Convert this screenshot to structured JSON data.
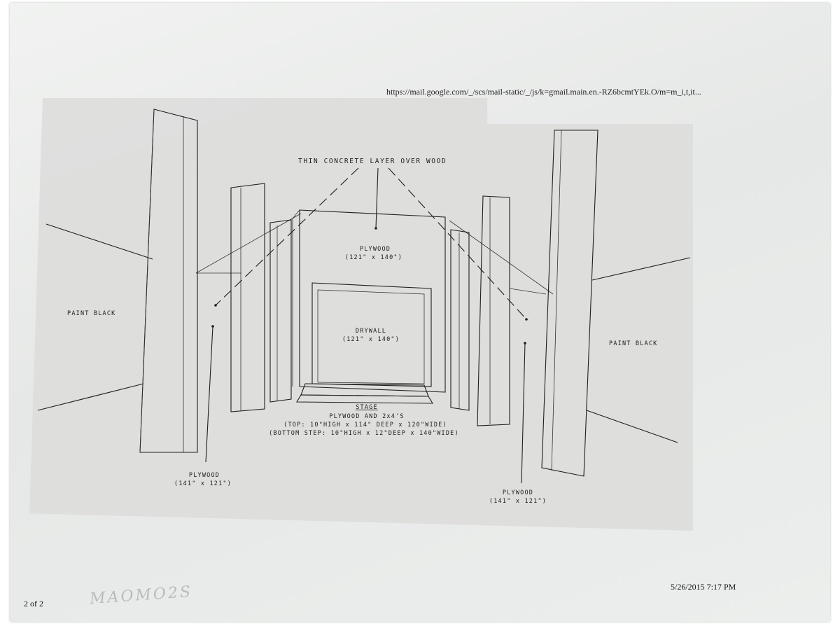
{
  "header": {
    "url": "https://mail.google.com/_/scs/mail-static/_/js/k=gmail.main.en.-RZ6bcmtYEk.O/m=m_i,t,it..."
  },
  "diagram": {
    "concrete_label": "THIN CONCRETE LAYER OVER WOOD",
    "back_panel": {
      "title": "PLYWOOD",
      "size": "(121\" x 140\")"
    },
    "drywall": {
      "title": "DRYWALL",
      "size": "(121\" x 140\")"
    },
    "stage": {
      "title": "STAGE",
      "line1": "PLYWOOD AND 2x4'S",
      "line2": "(TOP: 10\"HIGH x 114\" DEEP x 120\"WIDE)",
      "line3": "(BOTTOM STEP: 10\"HIGH x 12\"DEEP x 140\"WIDE)"
    },
    "left_pillar": {
      "title": "PLYWOOD",
      "size": "(141\" x 121\")"
    },
    "right_pillar": {
      "title": "PLYWOOD",
      "size": "(141\" x 121\")"
    },
    "paint_left": "PAINT BLACK",
    "paint_right": "PAINT BLACK"
  },
  "footer": {
    "page": "2 of 2",
    "timestamp": "5/26/2015 7:17 PM",
    "handwritten_note": "MAOMO2S"
  },
  "colors": {
    "paper": "#eceeed",
    "ink": "#1e1e1e",
    "print_area": "#dcdcda"
  }
}
